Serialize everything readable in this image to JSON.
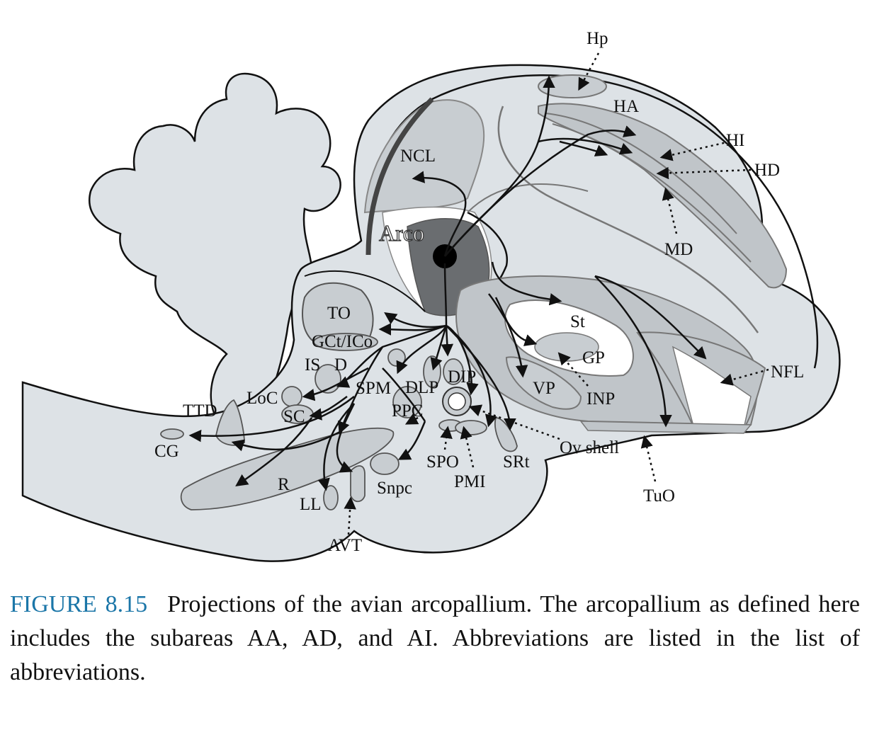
{
  "figure": {
    "labels": {
      "hp": "Hp",
      "ha": "HA",
      "hi": "HI",
      "hd": "HD",
      "md": "MD",
      "ncl": "NCL",
      "arco": "Arco",
      "st": "St",
      "gp": "GP",
      "inp": "INP",
      "vp": "VP",
      "nfl": "NFL",
      "ov_shell": "Ov shell",
      "tuo": "TuO",
      "to": "TO",
      "gct_ico": "GCt/ICo",
      "is": "IS",
      "d": "D",
      "loc": "LoC",
      "sc": "SC",
      "ttd": "TTD",
      "cg": "CG",
      "spm": "SPM",
      "dlp": "DLP",
      "dip": "DIP",
      "ppc": "PPC",
      "spo": "SPO",
      "pmi": "PMI",
      "srt": "SRt",
      "snpc": "Snpc",
      "r": "R",
      "ll": "LL",
      "avt": "AVT"
    }
  },
  "caption": {
    "number": "FIGURE 8.15",
    "text": "Projections of the avian arcopallium. The arcopallium as defined here includes the subareas AA, AD, and AI. Abbreviations are listed in the list of abbreviations."
  }
}
